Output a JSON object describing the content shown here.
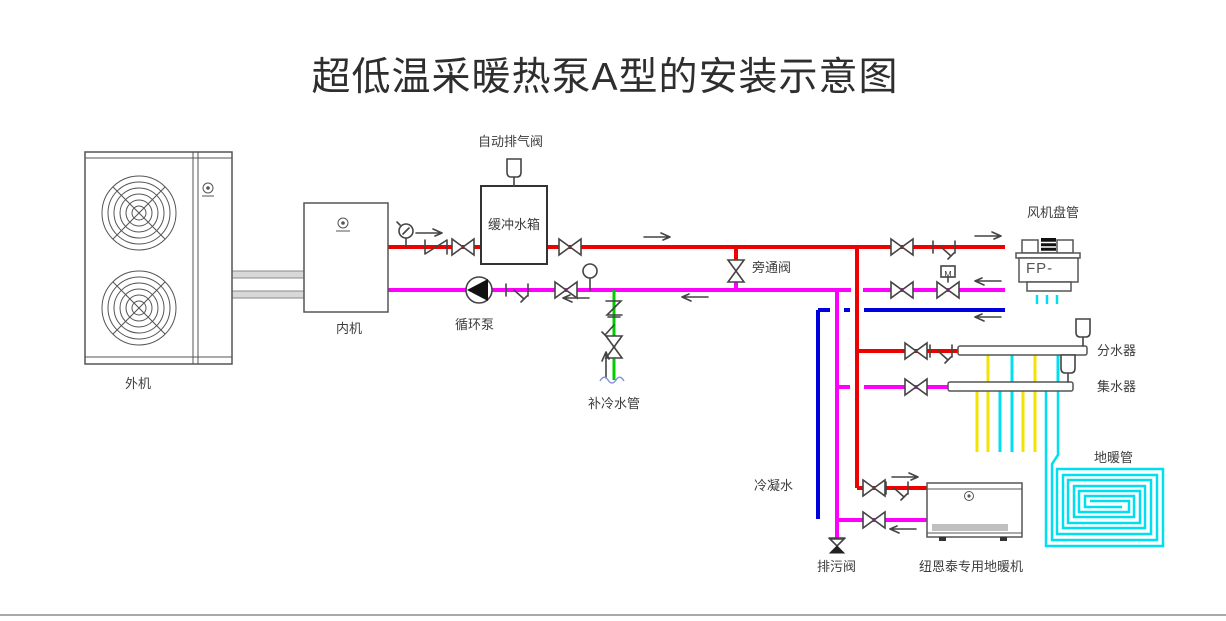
{
  "title": "超低温采暖热泵A型的安装示意图",
  "components": {
    "outdoor_unit": {
      "label": "外机"
    },
    "indoor_unit": {
      "label": "内机"
    },
    "circulation_pump": {
      "label": "循环泵"
    },
    "auto_air_vent": {
      "label": "自动排气阀"
    },
    "buffer_tank": {
      "label": "缓冲水箱"
    },
    "bypass_valve": {
      "label": "旁通阀"
    },
    "makeup_water_pipe": {
      "label": "补冷水管"
    },
    "fan_coil_unit": {
      "label": "风机盘管",
      "model_text": "FP-"
    },
    "motorized_valve": {
      "label": "M"
    },
    "water_distributor": {
      "label": "分水器"
    },
    "water_collector": {
      "label": "集水器"
    },
    "floor_heating_pipe": {
      "label": "地暖管"
    },
    "condensate_pipe": {
      "label": "冷凝水"
    },
    "drain_valve": {
      "label": "排污阀"
    },
    "floor_heating_unit": {
      "label": "纽恩泰专用地暖机"
    }
  },
  "colors": {
    "supply": "#ee0000",
    "return": "#ff00ff",
    "condensate": "#0000dd",
    "makeup": "#00cc00",
    "floor_cyan": "#00dff0",
    "floor_yellow": "#f2e300",
    "line": "#444444",
    "gray_pipe": "#d8d8d8"
  }
}
